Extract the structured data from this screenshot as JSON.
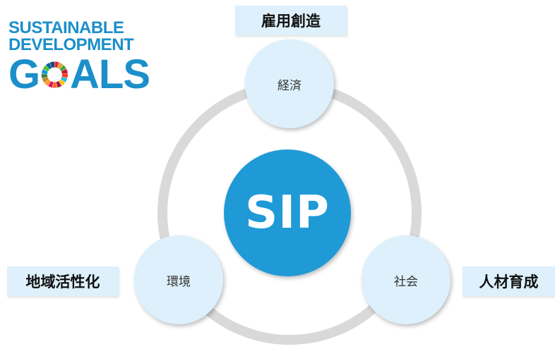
{
  "logo": {
    "line1": "SUSTAINABLE",
    "line2": "DEVELOPMENT",
    "goals_prefix": "G",
    "goals_suffix": "ALS",
    "color": "#1b8fc9",
    "wheel_colors": [
      "#e5243b",
      "#dda63a",
      "#4c9f38",
      "#c5192d",
      "#ff3a21",
      "#26bde2",
      "#fcc30b",
      "#a21942",
      "#fd6925",
      "#dd1367",
      "#fd9d24",
      "#bf8b2e",
      "#3f7e44",
      "#0a97d9",
      "#56c02b",
      "#00689d",
      "#19486a"
    ]
  },
  "diagram": {
    "center_label": "SIP",
    "center_color": "#1f9ad6",
    "ring_color": "#d9d9d9",
    "node_color": "#ddf0fb",
    "nodes": {
      "economy": "経済",
      "environment": "環境",
      "society": "社会"
    },
    "tags": {
      "top": "雇用創造",
      "left": "地域活性化",
      "right": "人材育成"
    }
  }
}
